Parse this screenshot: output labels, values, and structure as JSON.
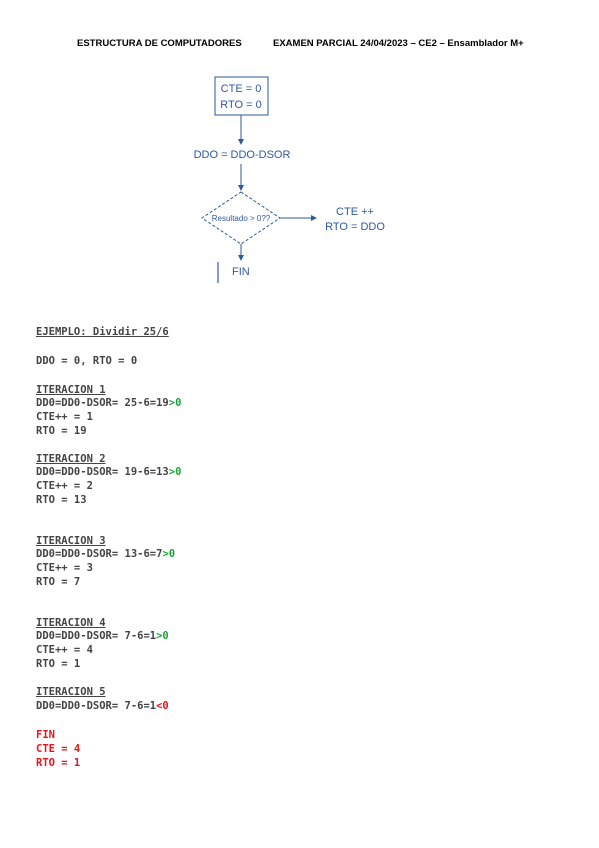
{
  "header": {
    "course": "ESTRUCTURA DE COMPUTADORES",
    "exam": "EXAMEN PARCIAL 24/04/2023 – CE2 – Ensamblador M+"
  },
  "flowchart": {
    "init_line1": "CTE = 0",
    "init_line2": "RTO = 0",
    "subtract": "DDO = DDO-DSOR",
    "condition": "Resultado > 0??",
    "true_line1": "CTE ++",
    "true_line2": "RTO = DDO",
    "end": "FIN",
    "color": "#2e5a9c"
  },
  "example": {
    "title": "EJEMPLO: Dividir 25/6",
    "init": "DDO = 0, RTO = 0",
    "iterations": [
      {
        "title": "ITERACION 1",
        "op": "DD0=DD0-DSOR= 25-6=19",
        "cmp": ">0",
        "cte": "CTE++ = 1",
        "rto": "RTO = 19"
      },
      {
        "title": "ITERACION 2",
        "op": "DD0=DD0-DSOR= 19-6=13",
        "cmp": ">0",
        "cte": "CTE++ = 2",
        "rto": "RTO = 13"
      },
      {
        "title": "ITERACION 3",
        "op": "DD0=DD0-DSOR= 13-6=7",
        "cmp": ">0",
        "cte": "CTE++ = 3",
        "rto": "RTO = 7"
      },
      {
        "title": "ITERACION 4",
        "op": "DD0=DD0-DSOR= 7-6=1",
        "cmp": ">0",
        "cte": "CTE++ = 4",
        "rto": "RTO = 1"
      },
      {
        "title": "ITERACION 5",
        "op": "DD0=DD0-DSOR= 7-6=1",
        "cmp": "<0"
      }
    ],
    "result": {
      "fin": "FIN",
      "cte": "CTE = 4",
      "rto": "RTO = 1"
    },
    "positive_color": "#1aa33a",
    "negative_color": "#e4151c"
  }
}
